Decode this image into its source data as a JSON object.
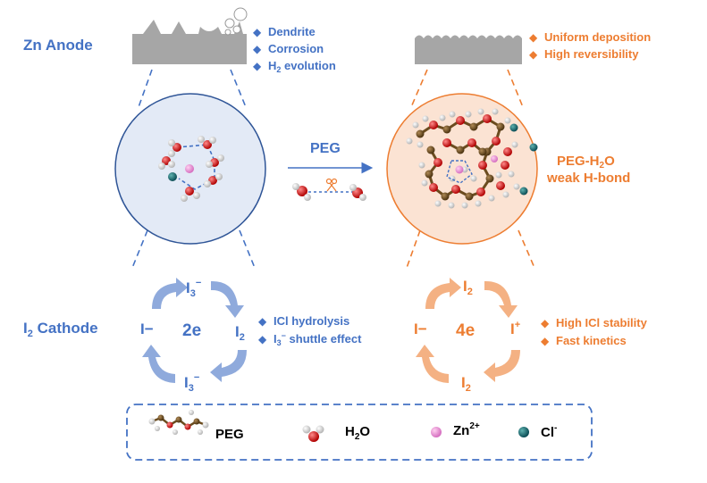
{
  "colors": {
    "blue": "#4472c4",
    "blue_light": "#8faadc",
    "orange": "#ed7d31",
    "orange_light": "#f4b183",
    "gray": "#a6a6a6",
    "circle_left_fill": "#e3eaf6",
    "circle_right_fill": "#fbe3d3"
  },
  "anode": {
    "label": "Zn Anode",
    "left_bullets": [
      "Dendrite",
      "Corrosion",
      "H",
      "2",
      " evolution"
    ],
    "right_bullets": [
      "Uniform deposition",
      "High reversibility"
    ]
  },
  "middle": {
    "arrow_label": "PEG",
    "right_label_line1": "PEG-H",
    "right_label_sub": "2",
    "right_label_line1_end": "O",
    "right_label_line2": "weak H-bond"
  },
  "cathode": {
    "label_main": "I",
    "label_sub": "2",
    "label_rest": " Cathode",
    "left_cycle": {
      "top": "I",
      "top_sub": "3",
      "top_sup": "−",
      "left": "I−",
      "right": "I",
      "right_sub": "2",
      "bottom": "I",
      "bottom_sub": "3",
      "bottom_sup": "−",
      "center": "2e"
    },
    "left_bullets": [
      "ICl hydrolysis",
      "I",
      "3",
      "−",
      " shuttle effect"
    ],
    "right_cycle": {
      "top": "I",
      "top_sub": "2",
      "left": "I−",
      "right": "I",
      "right_sup": "+",
      "bottom": "I",
      "bottom_sub": "2",
      "center": "4e"
    },
    "right_bullets": [
      "High ICl stability",
      "Fast kinetics"
    ]
  },
  "legend": {
    "peg": "PEG",
    "h2o_main": "H",
    "h2o_sub": "2",
    "h2o_end": "O",
    "zn_main": "Zn",
    "zn_sup": "2+",
    "cl_main": "Cl",
    "cl_sup": "-"
  }
}
